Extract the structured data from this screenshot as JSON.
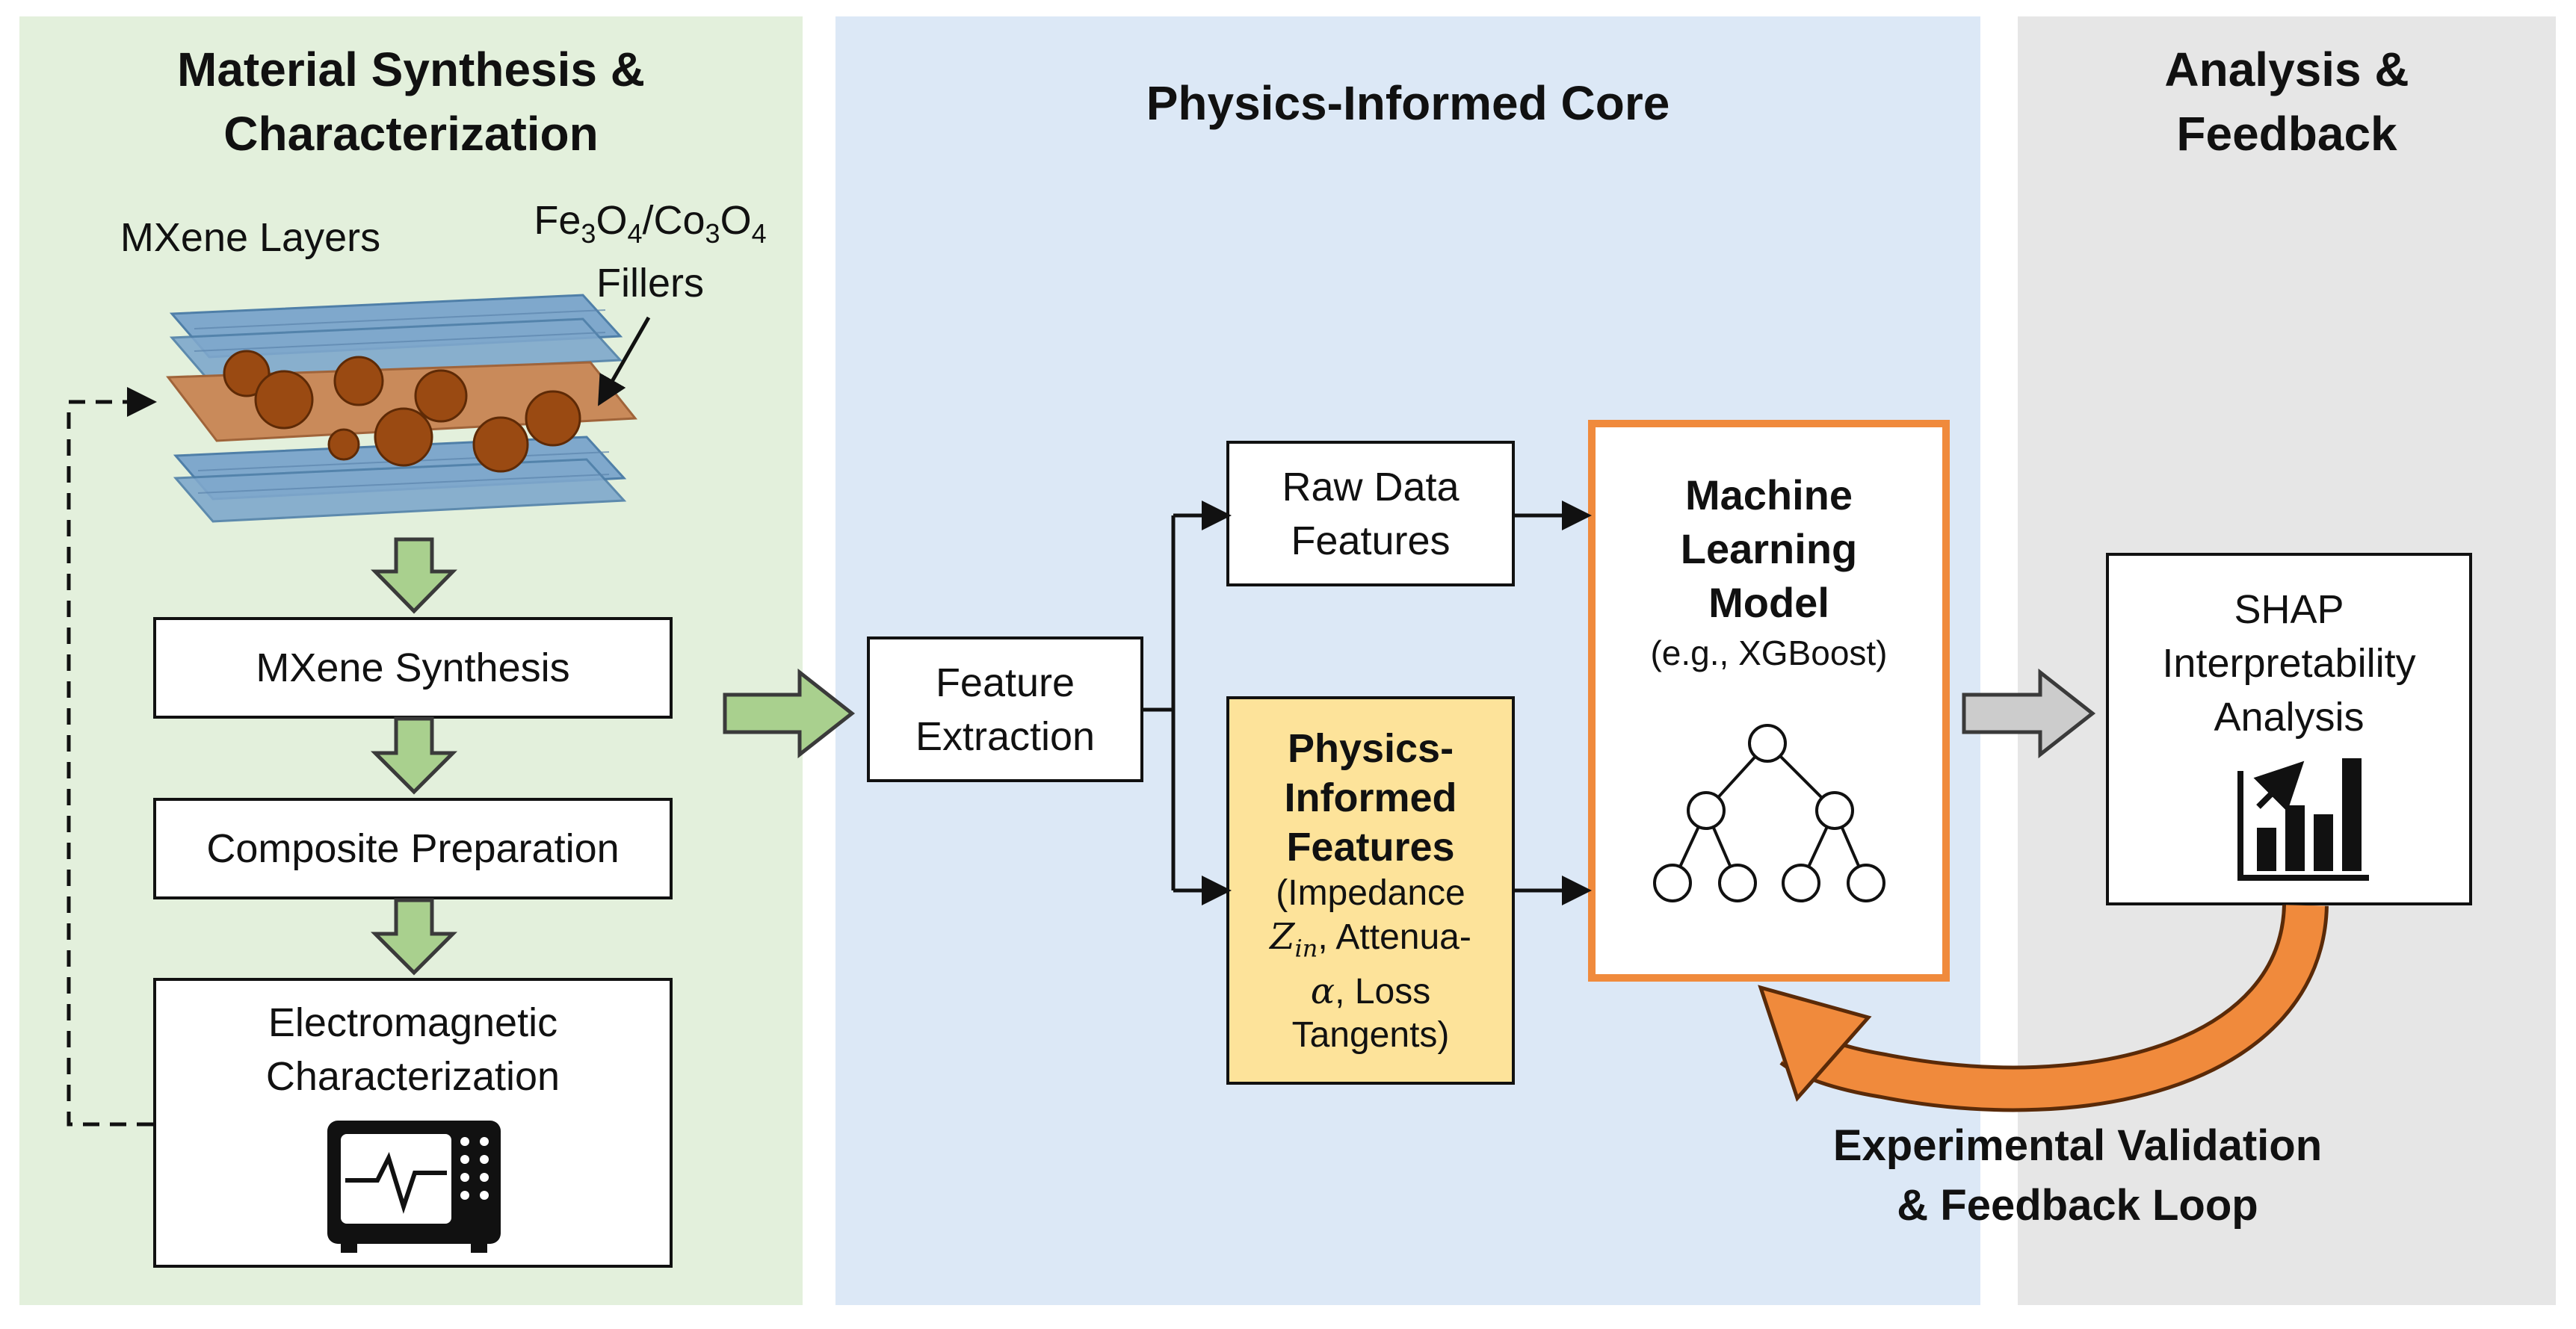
{
  "panels": {
    "left": {
      "title_line1": "Material Synthesis &",
      "title_line2": "Characterization"
    },
    "middle": {
      "title": "Physics-Informed Core"
    },
    "right": {
      "title_line1": "Analysis &",
      "title_line2": "Feedback"
    }
  },
  "illustration": {
    "layers_label": "MXene Layers",
    "fillers_label_line2": "Fillers"
  },
  "steps": {
    "synthesis": "MXene Synthesis",
    "composite": "Composite Preparation",
    "em_line1": "Electromagnetic",
    "em_line2": "Characterization"
  },
  "core": {
    "feature_extraction_line1": "Feature",
    "feature_extraction_line2": "Extraction",
    "raw_line1": "Raw Data",
    "raw_line2": "Features",
    "pif_title_line1": "Physics-",
    "pif_title_line2": "Informed",
    "pif_title_line3": "Features",
    "pif_line1": "(Impedance",
    "pif_line2_post": ", Attenua-",
    "pif_line3_post": ", Loss",
    "pif_line4": "Tangents)",
    "ml_line1": "Machine",
    "ml_line2": "Learning",
    "ml_line3": "Model",
    "ml_sub": "(e.g., XGBoost)"
  },
  "analysis": {
    "shap_line1": "SHAP",
    "shap_line2": "Interpretability",
    "shap_line3": "Analysis",
    "loop_line1": "Experimental Validation",
    "loop_line2": "& Feedback Loop"
  },
  "colors": {
    "left_bg": "#e3f0dc",
    "mid_bg": "#dce8f6",
    "right_bg": "#e6e6e6",
    "green_arrow": "#a9d08e",
    "gray_arrow": "#cccccc",
    "orange": "#f08a3c",
    "pif_fill": "#fde39a"
  },
  "icons": [
    "spectrum-analyzer-icon",
    "decision-tree-icon",
    "bar-chart-icon",
    "mxene-structure-icon"
  ]
}
